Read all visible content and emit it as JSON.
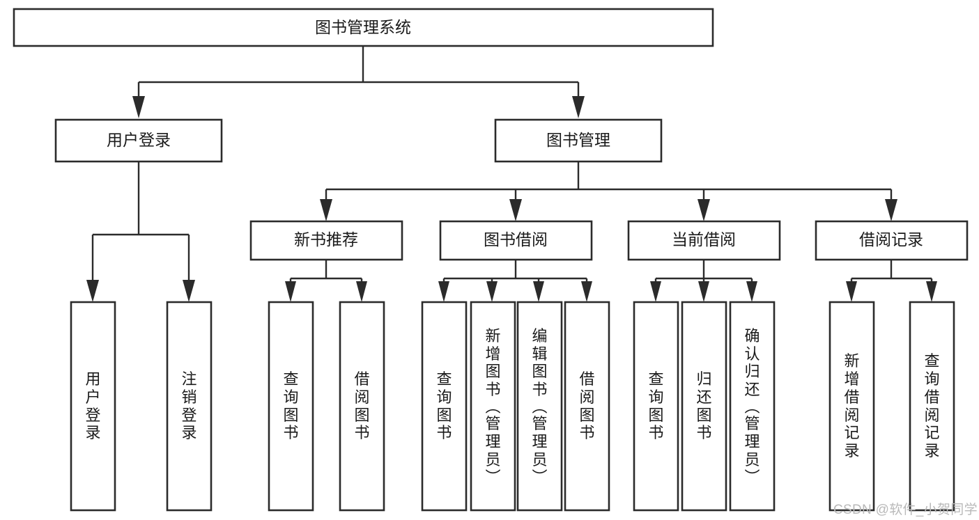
{
  "diagram": {
    "title": "图书管理系统",
    "type": "hierarchy-tree",
    "root": {
      "id": "root",
      "label": "图书管理系统"
    },
    "level2": [
      {
        "id": "user-login",
        "label": "用户登录"
      },
      {
        "id": "book-management",
        "label": "图书管理"
      }
    ],
    "level3": [
      {
        "id": "new-book-recommend",
        "label": "新书推荐"
      },
      {
        "id": "book-borrow",
        "label": "图书借阅"
      },
      {
        "id": "current-borrow",
        "label": "当前借阅"
      },
      {
        "id": "borrow-record",
        "label": "借阅记录"
      }
    ],
    "leaves": {
      "user_login": [
        {
          "id": "leaf-user-login",
          "label": "用户登录"
        },
        {
          "id": "leaf-user-logout",
          "label": "注销登录"
        }
      ],
      "new_book_recommend": [
        {
          "id": "leaf-query-book-1",
          "label": "查询图书"
        },
        {
          "id": "leaf-borrow-book-1",
          "label": "借阅图书"
        }
      ],
      "book_borrow": [
        {
          "id": "leaf-query-book-2",
          "label": "查询图书"
        },
        {
          "id": "leaf-add-book",
          "label": "新增图书（管理员）"
        },
        {
          "id": "leaf-edit-book",
          "label": "编辑图书（管理员）"
        },
        {
          "id": "leaf-borrow-book-2",
          "label": "借阅图书"
        }
      ],
      "current_borrow": [
        {
          "id": "leaf-query-book-3",
          "label": "查询图书"
        },
        {
          "id": "leaf-return-book",
          "label": "归还图书"
        },
        {
          "id": "leaf-confirm-return",
          "label": "确认归还（管理员）"
        }
      ],
      "borrow_record": [
        {
          "id": "leaf-add-record",
          "label": "新增借阅记录"
        },
        {
          "id": "leaf-query-record",
          "label": "查询借阅记录"
        }
      ]
    }
  },
  "watermark": {
    "text": "CSDN @软件_小贺同学"
  },
  "colors": {
    "background": "#ffffff",
    "box_fill": "#ffffff",
    "box_stroke": "#2b2b2b",
    "text": "#1a1a1a",
    "watermark": "#b9b9b9"
  }
}
